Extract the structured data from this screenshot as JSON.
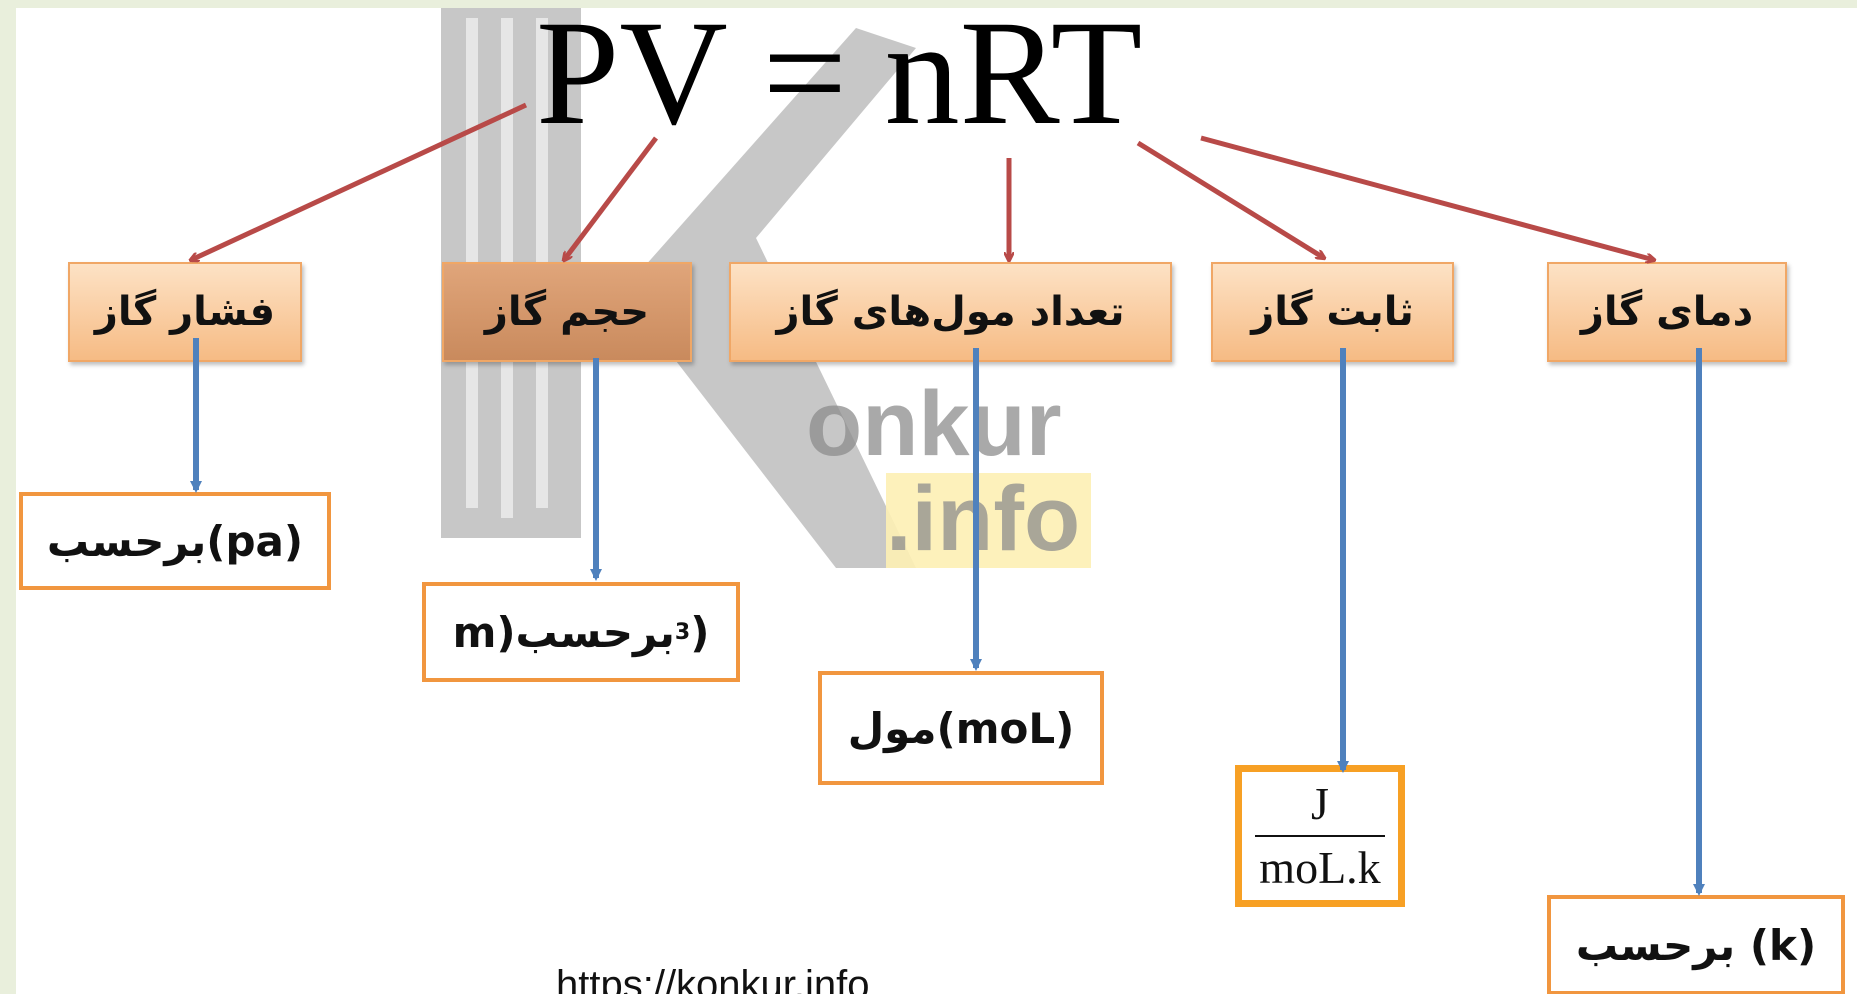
{
  "formula": "PV = nRT",
  "terms": [
    {
      "label": "فشار گاز"
    },
    {
      "label": "حجم گاز"
    },
    {
      "label": "تعداد مول‌های گاز"
    },
    {
      "label": "ثابت گاز"
    },
    {
      "label": "دمای گاز"
    }
  ],
  "units": {
    "pressure": "برحسب(pa)",
    "volume_text": "برحسب(m",
    "volume_sup": "3",
    "volume_close": ")",
    "moles": "مول(moL)",
    "gas_constant_num": "J",
    "gas_constant_den": "moL.k",
    "temperature": "برحسب (k)"
  },
  "watermark": {
    "logo_letter": "K",
    "text_1": "onkur",
    "text_2": ".info"
  },
  "url": "https://konkur.info",
  "colors": {
    "formula_arrows": "#b84a48",
    "unit_arrows": "#4f81bd",
    "term_box_fill": "#f6bb84",
    "unit_box_border": "#f1963f"
  }
}
